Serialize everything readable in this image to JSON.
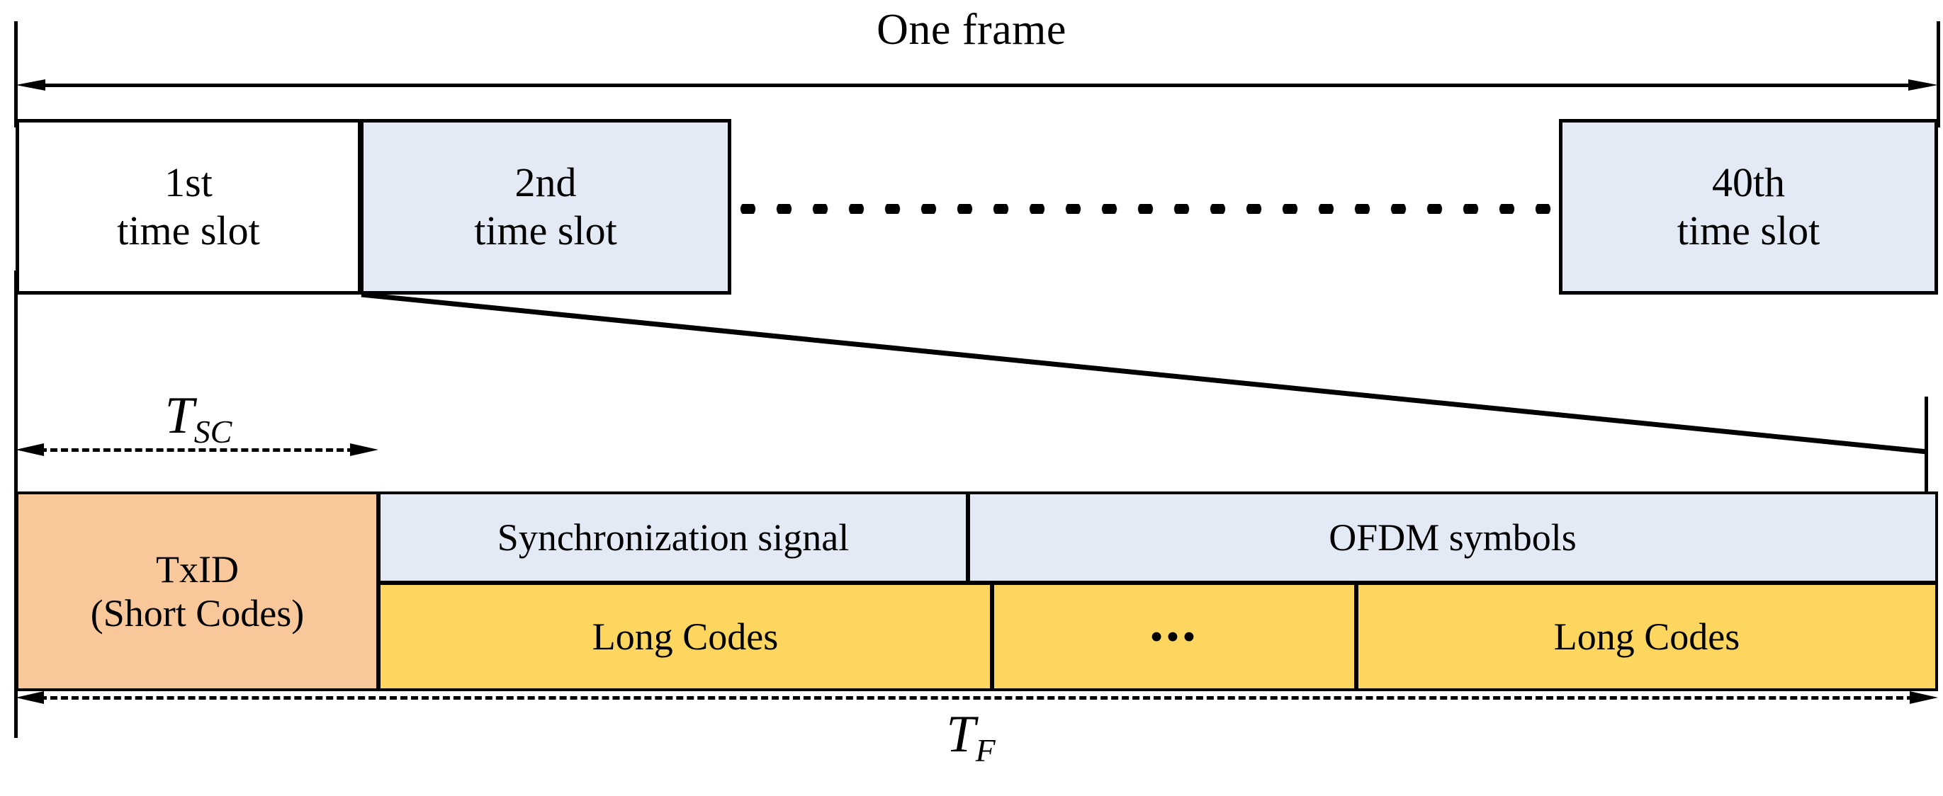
{
  "diagram": {
    "title": "One frame",
    "frame_arrow": {
      "name": "one-frame-span",
      "style": "double-headed-solid"
    },
    "time_slots": [
      {
        "index": "1st",
        "label_line1": "1st",
        "label_line2": "time slot",
        "fill": "#FFFFFF"
      },
      {
        "index": "2nd",
        "label_line1": "2nd",
        "label_line2": "time slot",
        "fill": "#E4EAF5"
      },
      {
        "index": "40th",
        "label_line1": "40th",
        "label_line2": "time slot",
        "fill": "#E4EAF5"
      }
    ],
    "slot_gap_indicator": "dotted-line",
    "measures": {
      "slot_duration": {
        "symbol": "T",
        "subscript": "SC",
        "style": "double-headed-dashed"
      },
      "frame_duration": {
        "symbol": "T",
        "subscript": "F",
        "style": "double-headed-dashed"
      }
    },
    "detail": {
      "upper_row": [
        {
          "label_line1": "TxID",
          "label_line2": "(Short Codes)",
          "fill": "#F8C89B",
          "rowspan": 2
        },
        {
          "label": "Synchronization signal",
          "fill": "#E4EAF5"
        },
        {
          "label": "OFDM symbols",
          "fill": "#E4EAF5"
        }
      ],
      "lower_row": [
        {
          "label": "Long Codes",
          "fill": "#FCD65F"
        },
        {
          "label": "•••",
          "fill": "#FCD65F"
        },
        {
          "label": "Long Codes",
          "fill": "#FCD65F"
        }
      ]
    },
    "colors": {
      "peach": "#F8C89B",
      "light_blue": "#E4EAF5",
      "gold": "#FCD65F",
      "stroke": "#000000",
      "background": "#FFFFFF"
    }
  }
}
